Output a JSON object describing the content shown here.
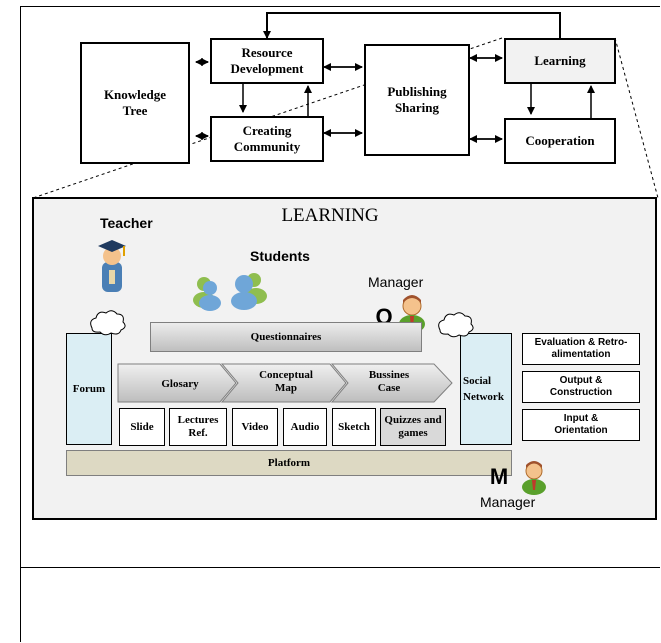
{
  "top_diagram": {
    "knowledge_tree": "Knowledge Tree",
    "resource_development": "Resource Development",
    "creating_community": "Creating Community",
    "publishing_sharing": "Publishing Sharing",
    "learning": "Learning",
    "cooperation": "Cooperation"
  },
  "learning_panel": {
    "title": "LEARNING",
    "teacher": "Teacher",
    "students": "Students",
    "manager_top": "Manager",
    "q_letter": "Q",
    "questionnaires": "Questionnaires",
    "forum": "Forum",
    "social_network": "Social Network",
    "arrows": [
      "Glosary",
      "Conceptual Map",
      "Bussines Case"
    ],
    "resources": [
      "Slide",
      "Lectures Ref.",
      "Video",
      "Audio",
      "Sketch",
      "Quizzes and games"
    ],
    "platform": "Platform",
    "m_letter": "M",
    "manager_bottom": "Manager",
    "side_boxes": [
      "Evaluation & Retro-alimentation",
      "Output & Construction",
      "Input & Orientation"
    ]
  },
  "colors": {
    "panel_bg": "#f2f2f2",
    "forum_bg": "#dbeef4",
    "platform_bg": "#ddd9c3",
    "gray_fill": "#d9d9d9",
    "learning_box": "#f2f2f2"
  },
  "icons": [
    "teacher-icon",
    "students-icon",
    "manager-icon",
    "cloud-icon"
  ]
}
